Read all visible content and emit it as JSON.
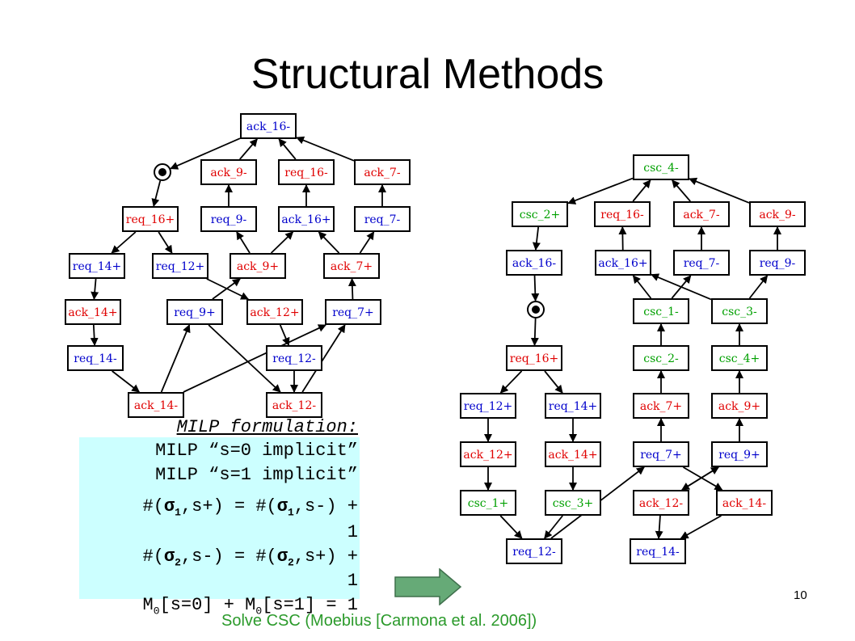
{
  "title": "Structural Methods",
  "colors": {
    "red": "#e00000",
    "blue": "#0000cc",
    "green": "#00a000",
    "caption": "#2b9a2b",
    "arrow_fill": "#66aa77"
  },
  "left_graph": {
    "nodes": [
      {
        "id": "ack_16m",
        "label": "ack_16-",
        "color": "blue"
      },
      {
        "id": "ack_9m",
        "label": "ack_9-",
        "color": "red"
      },
      {
        "id": "req_16m",
        "label": "req_16-",
        "color": "red"
      },
      {
        "id": "ack_7m",
        "label": "ack_7-",
        "color": "red"
      },
      {
        "id": "req_16p",
        "label": "req_16+",
        "color": "red"
      },
      {
        "id": "req_9m",
        "label": "req_9-",
        "color": "blue"
      },
      {
        "id": "ack_16p",
        "label": "ack_16+",
        "color": "blue"
      },
      {
        "id": "req_7m",
        "label": "req_7-",
        "color": "blue"
      },
      {
        "id": "req_14p",
        "label": "req_14+",
        "color": "blue"
      },
      {
        "id": "req_12p",
        "label": "req_12+",
        "color": "blue"
      },
      {
        "id": "ack_9p",
        "label": "ack_9+",
        "color": "red"
      },
      {
        "id": "ack_7p",
        "label": "ack_7+",
        "color": "red"
      },
      {
        "id": "ack_14p",
        "label": "ack_14+",
        "color": "red"
      },
      {
        "id": "req_9p",
        "label": "req_9+",
        "color": "blue"
      },
      {
        "id": "ack_12p",
        "label": "ack_12+",
        "color": "red"
      },
      {
        "id": "req_7p",
        "label": "req_7+",
        "color": "blue"
      },
      {
        "id": "req_14m",
        "label": "req_14-",
        "color": "blue"
      },
      {
        "id": "req_12m",
        "label": "req_12-",
        "color": "blue"
      },
      {
        "id": "ack_14m",
        "label": "ack_14-",
        "color": "red"
      },
      {
        "id": "ack_12m",
        "label": "ack_12-",
        "color": "red"
      }
    ],
    "edges": [
      [
        "ack_16m",
        "tok"
      ],
      [
        "tok",
        "req_16p"
      ],
      [
        "ack_9m",
        "ack_16m"
      ],
      [
        "req_16m",
        "ack_16m"
      ],
      [
        "ack_7m",
        "ack_16m"
      ],
      [
        "req_9m",
        "ack_9m"
      ],
      [
        "ack_16p",
        "req_16m"
      ],
      [
        "req_7m",
        "ack_7m"
      ],
      [
        "req_16p",
        "req_14p"
      ],
      [
        "req_16p",
        "req_12p"
      ],
      [
        "ack_9p",
        "req_9m"
      ],
      [
        "ack_9p",
        "ack_16p"
      ],
      [
        "ack_7p",
        "ack_16p"
      ],
      [
        "ack_7p",
        "req_7m"
      ],
      [
        "req_14p",
        "ack_14p"
      ],
      [
        "ack_14p",
        "req_14m"
      ],
      [
        "req_14m",
        "ack_14m"
      ],
      [
        "req_12p",
        "ack_12p"
      ],
      [
        "ack_12p",
        "req_12m"
      ],
      [
        "req_12m",
        "ack_12m"
      ],
      [
        "req_9p",
        "ack_9p"
      ],
      [
        "req_9p",
        "ack_12m"
      ],
      [
        "req_7p",
        "ack_7p"
      ],
      [
        "ack_14m",
        "req_9p"
      ],
      [
        "ack_14m",
        "req_7p"
      ],
      [
        "ack_12m",
        "req_7p"
      ]
    ]
  },
  "right_graph": {
    "nodes": [
      {
        "id": "csc_4m",
        "label": "csc_4-",
        "color": "green"
      },
      {
        "id": "csc_2p",
        "label": "csc_2+",
        "color": "green"
      },
      {
        "id": "req_16m",
        "label": "req_16-",
        "color": "red"
      },
      {
        "id": "ack_7m",
        "label": "ack_7-",
        "color": "red"
      },
      {
        "id": "ack_9m",
        "label": "ack_9-",
        "color": "red"
      },
      {
        "id": "ack_16m",
        "label": "ack_16-",
        "color": "blue"
      },
      {
        "id": "ack_16p",
        "label": "ack_16+",
        "color": "blue"
      },
      {
        "id": "req_7m",
        "label": "req_7-",
        "color": "blue"
      },
      {
        "id": "req_9m",
        "label": "req_9-",
        "color": "blue"
      },
      {
        "id": "csc_1m",
        "label": "csc_1-",
        "color": "green"
      },
      {
        "id": "csc_3m",
        "label": "csc_3-",
        "color": "green"
      },
      {
        "id": "req_16p",
        "label": "req_16+",
        "color": "red"
      },
      {
        "id": "csc_2m",
        "label": "csc_2-",
        "color": "green"
      },
      {
        "id": "csc_4p",
        "label": "csc_4+",
        "color": "green"
      },
      {
        "id": "req_12p",
        "label": "req_12+",
        "color": "blue"
      },
      {
        "id": "req_14p",
        "label": "req_14+",
        "color": "blue"
      },
      {
        "id": "ack_7p",
        "label": "ack_7+",
        "color": "red"
      },
      {
        "id": "ack_9p",
        "label": "ack_9+",
        "color": "red"
      },
      {
        "id": "ack_12p",
        "label": "ack_12+",
        "color": "red"
      },
      {
        "id": "ack_14p",
        "label": "ack_14+",
        "color": "red"
      },
      {
        "id": "req_7p",
        "label": "req_7+",
        "color": "blue"
      },
      {
        "id": "req_9p",
        "label": "req_9+",
        "color": "blue"
      },
      {
        "id": "csc_1p",
        "label": "csc_1+",
        "color": "green"
      },
      {
        "id": "csc_3p",
        "label": "csc_3+",
        "color": "green"
      },
      {
        "id": "ack_12m",
        "label": "ack_12-",
        "color": "red"
      },
      {
        "id": "ack_14m",
        "label": "ack_14-",
        "color": "red"
      },
      {
        "id": "req_12m",
        "label": "req_12-",
        "color": "blue"
      },
      {
        "id": "req_14m",
        "label": "req_14-",
        "color": "blue"
      }
    ],
    "edges": [
      [
        "csc_2p",
        "ack_16m"
      ],
      [
        "ack_16m",
        "tok"
      ],
      [
        "tok",
        "req_16p"
      ],
      [
        "csc_4m",
        "csc_2p"
      ],
      [
        "req_16m",
        "csc_4m"
      ],
      [
        "ack_7m",
        "csc_4m"
      ],
      [
        "ack_9m",
        "csc_4m"
      ],
      [
        "ack_16p",
        "req_16m"
      ],
      [
        "req_7m",
        "ack_7m"
      ],
      [
        "req_9m",
        "ack_9m"
      ],
      [
        "csc_1m",
        "ack_16p"
      ],
      [
        "csc_3m",
        "ack_16p"
      ],
      [
        "csc_1m",
        "req_7m"
      ],
      [
        "csc_3m",
        "req_9m"
      ],
      [
        "csc_2m",
        "csc_1m"
      ],
      [
        "csc_4p",
        "csc_3m"
      ],
      [
        "ack_7p",
        "csc_2m"
      ],
      [
        "ack_9p",
        "csc_4p"
      ],
      [
        "req_16p",
        "req_12p"
      ],
      [
        "req_16p",
        "req_14p"
      ],
      [
        "req_12p",
        "ack_12p"
      ],
      [
        "req_14p",
        "ack_14p"
      ],
      [
        "ack_12p",
        "csc_1p"
      ],
      [
        "ack_14p",
        "csc_3p"
      ],
      [
        "csc_1p",
        "req_12m"
      ],
      [
        "csc_3p",
        "req_12m"
      ],
      [
        "req_7p",
        "ack_7p"
      ],
      [
        "req_9p",
        "ack_9p"
      ],
      [
        "req_7p",
        "ack_14m"
      ],
      [
        "req_9p",
        "ack_12m"
      ],
      [
        "req_12m",
        "req_7p"
      ],
      [
        "ack_12m",
        "req_9p"
      ],
      [
        "ack_12m",
        "req_14m"
      ],
      [
        "ack_14m",
        "req_14m"
      ]
    ]
  },
  "milp": {
    "heading": "MILP formulation:",
    "lines": [
      "MILP “s=0 implicit”",
      "MILP “s=1 implicit”",
      "#(σ1,s+) = #(σ1,s-) +",
      "1",
      "#(σ2,s-) = #(σ2,s+) +",
      "1",
      "M0[s=0] + M0[s=1] = 1"
    ]
  },
  "caption": "Solve CSC (Moebius [Carmona et al. 2006])",
  "page_number": "10"
}
